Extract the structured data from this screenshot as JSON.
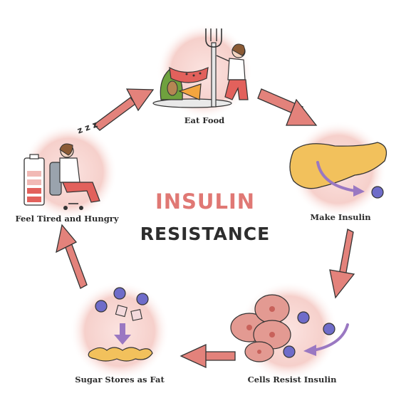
{
  "title": {
    "line1": "INSULIN",
    "line2": "RESISTANCE"
  },
  "steps": [
    {
      "label": "Eat Food"
    },
    {
      "label": "Make Insulin"
    },
    {
      "label": "Cells Resist Insulin"
    },
    {
      "label": "Sugar Stores as Fat"
    },
    {
      "label": "Feel Tired and Hungry"
    }
  ],
  "sleep_text": "z z z",
  "colors": {
    "arrow": "#e3827b",
    "arrow_outline": "#333333",
    "circle_bg": "#f8d8d4",
    "title_accent": "#e07874",
    "title_dark": "#2d2d2d",
    "pancreas": "#f2c15c",
    "insulin_arrow": "#9a78c2",
    "cell": "#e39a92",
    "sugar": "#6f6cc9"
  }
}
